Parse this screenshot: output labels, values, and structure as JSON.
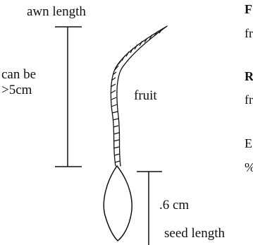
{
  "labels": {
    "awn_length": "awn length",
    "can_be_line1": "can be",
    "can_be_line2": ">5cm",
    "fruit": "fruit",
    "measure": ".6 cm",
    "seed_length": "seed length"
  },
  "cut_text": {
    "line1": "F",
    "line2": "fr",
    "line3": "R",
    "line4": "fr",
    "line5": "E",
    "line6": "%"
  }
}
